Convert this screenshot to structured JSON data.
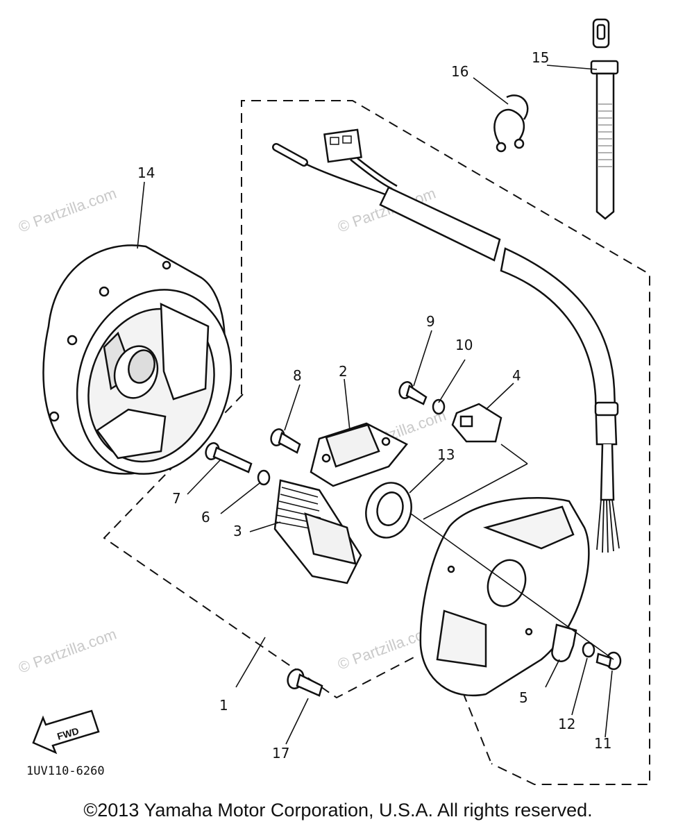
{
  "watermark": {
    "text": "© Partzilla.com"
  },
  "diagram_code": "1UV110-6260",
  "fwd_label": "FWD",
  "copyright": "©2013 Yamaha Motor Corporation, U.S.A. All rights reserved.",
  "callouts": [
    "1",
    "2",
    "3",
    "4",
    "5",
    "6",
    "7",
    "8",
    "9",
    "10",
    "11",
    "12",
    "13",
    "14",
    "15",
    "16",
    "17"
  ]
}
